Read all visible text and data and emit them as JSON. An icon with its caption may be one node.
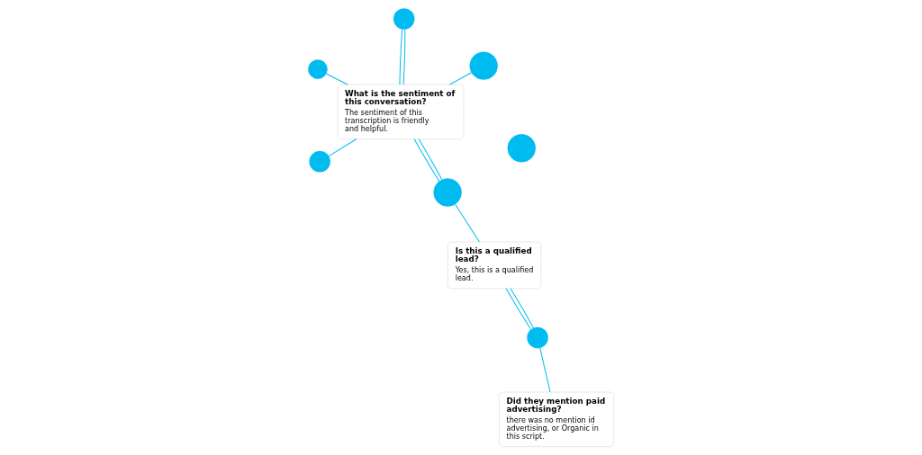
{
  "diagram": {
    "nodes": [
      {
        "text": [
          "What is the sentiment of this conversation?",
          "The sentiment of this transcription is friendly and helpful."
        ]
      },
      {
        "text": [
          "Is this a qualified lead?",
          "Yes, this is a qualified lead."
        ]
      },
      {
        "text": [
          "Did they mention paid advertising?",
          "there was no mention id advertising, or Organic in this script."
        ]
      },
      {
        "text": [],
        "shape": "circle"
      },
      {
        "text": [],
        "shape": "circle"
      },
      {
        "text": [],
        "shape": "circle"
      },
      {
        "text": [],
        "shape": "circle"
      },
      {
        "text": [],
        "shape": "circle"
      },
      {
        "text": [],
        "shape": "circle"
      },
      {
        "text": [],
        "shape": "circle"
      }
    ],
    "edges": [
      {
        "from": 3,
        "to": 0,
        "arrow": "none"
      },
      {
        "from": 4,
        "to": 0,
        "arrow": "none"
      },
      {
        "from": 6,
        "to": 0,
        "arrow": "none"
      },
      {
        "from": 6,
        "to": 0,
        "arrow": "none"
      },
      {
        "from": 7,
        "to": 0,
        "arrow": "none"
      },
      {
        "from": 7,
        "to": 0,
        "arrow": "none"
      },
      {
        "from": 7,
        "to": 1,
        "arrow": "none"
      },
      {
        "from": 0,
        "to": 9,
        "arrow": "none"
      },
      {
        "from": 8,
        "to": 1,
        "arrow": "none"
      },
      {
        "from": 8,
        "to": 1,
        "arrow": "none"
      },
      {
        "from": 8,
        "to": 2,
        "arrow": "none"
      }
    ]
  }
}
